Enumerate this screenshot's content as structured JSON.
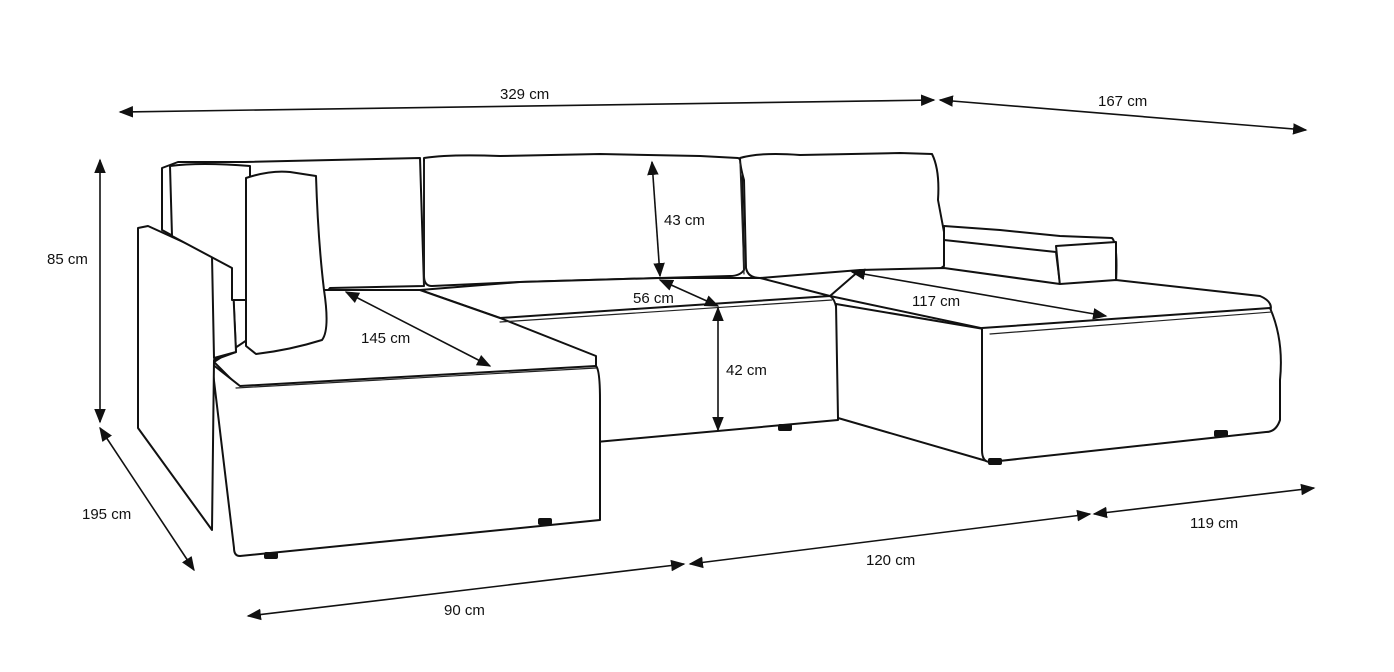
{
  "dimensions": {
    "total_width": "329 cm",
    "chaise_width": "167 cm",
    "height": "85 cm",
    "backrest_height": "43 cm",
    "seat_depth": "56 cm",
    "seat_height": "42 cm",
    "left_chaise_length": "145 cm",
    "right_chaise_length": "117 cm",
    "depth": "195 cm",
    "left_section": "90 cm",
    "middle_section": "120 cm",
    "right_section": "119 cm"
  }
}
